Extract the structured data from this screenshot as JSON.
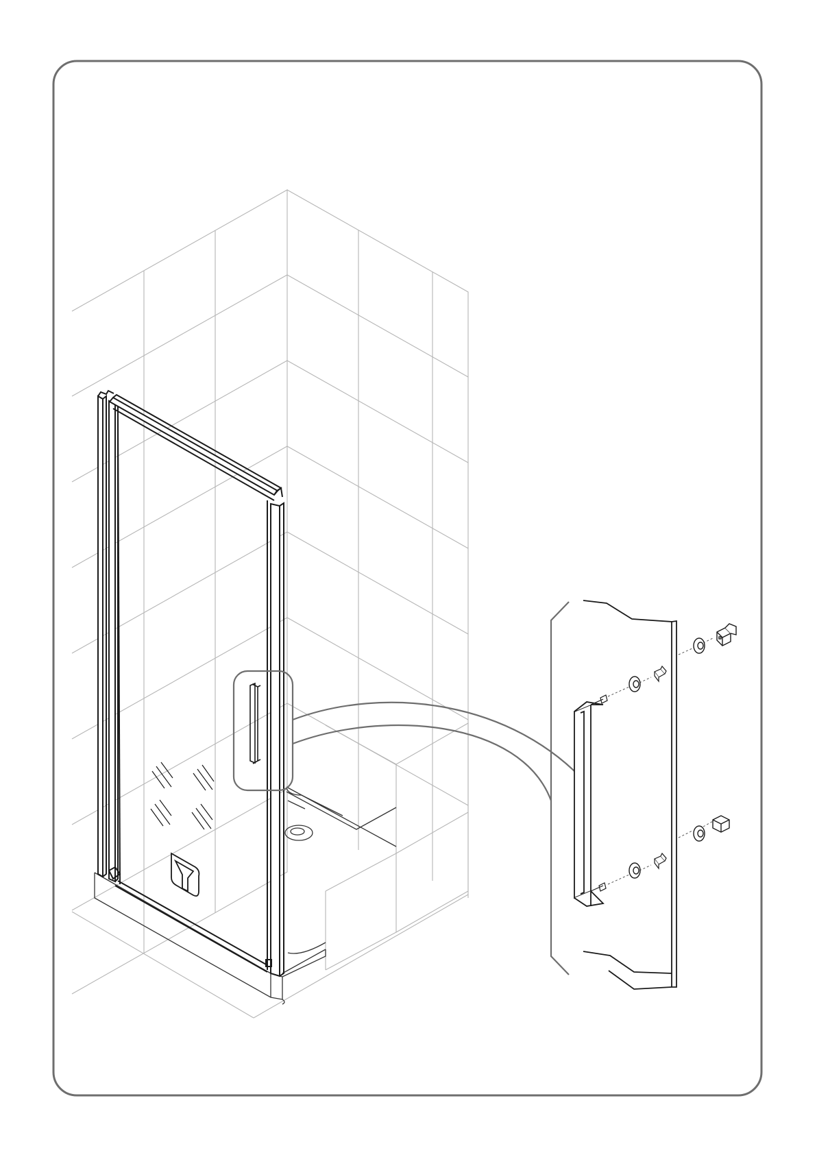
{
  "document": {
    "type": "assembly-instruction-illustration",
    "page_footer_mark": ""
  },
  "colors": {
    "ink": "#1a1a1a",
    "frame_border": "#6e6e6e",
    "tile_lines": "#b5b5b5",
    "detail_lines": "#333333",
    "background": "#ffffff"
  },
  "icons": {
    "brand_logo": "y-shaped-logo",
    "glass_marks": "glass-reflection-marks"
  },
  "parts": {
    "handle": "towel-bar-handle",
    "mounting_hardware": [
      "screw-cap",
      "washer",
      "nut",
      "bushing"
    ]
  }
}
